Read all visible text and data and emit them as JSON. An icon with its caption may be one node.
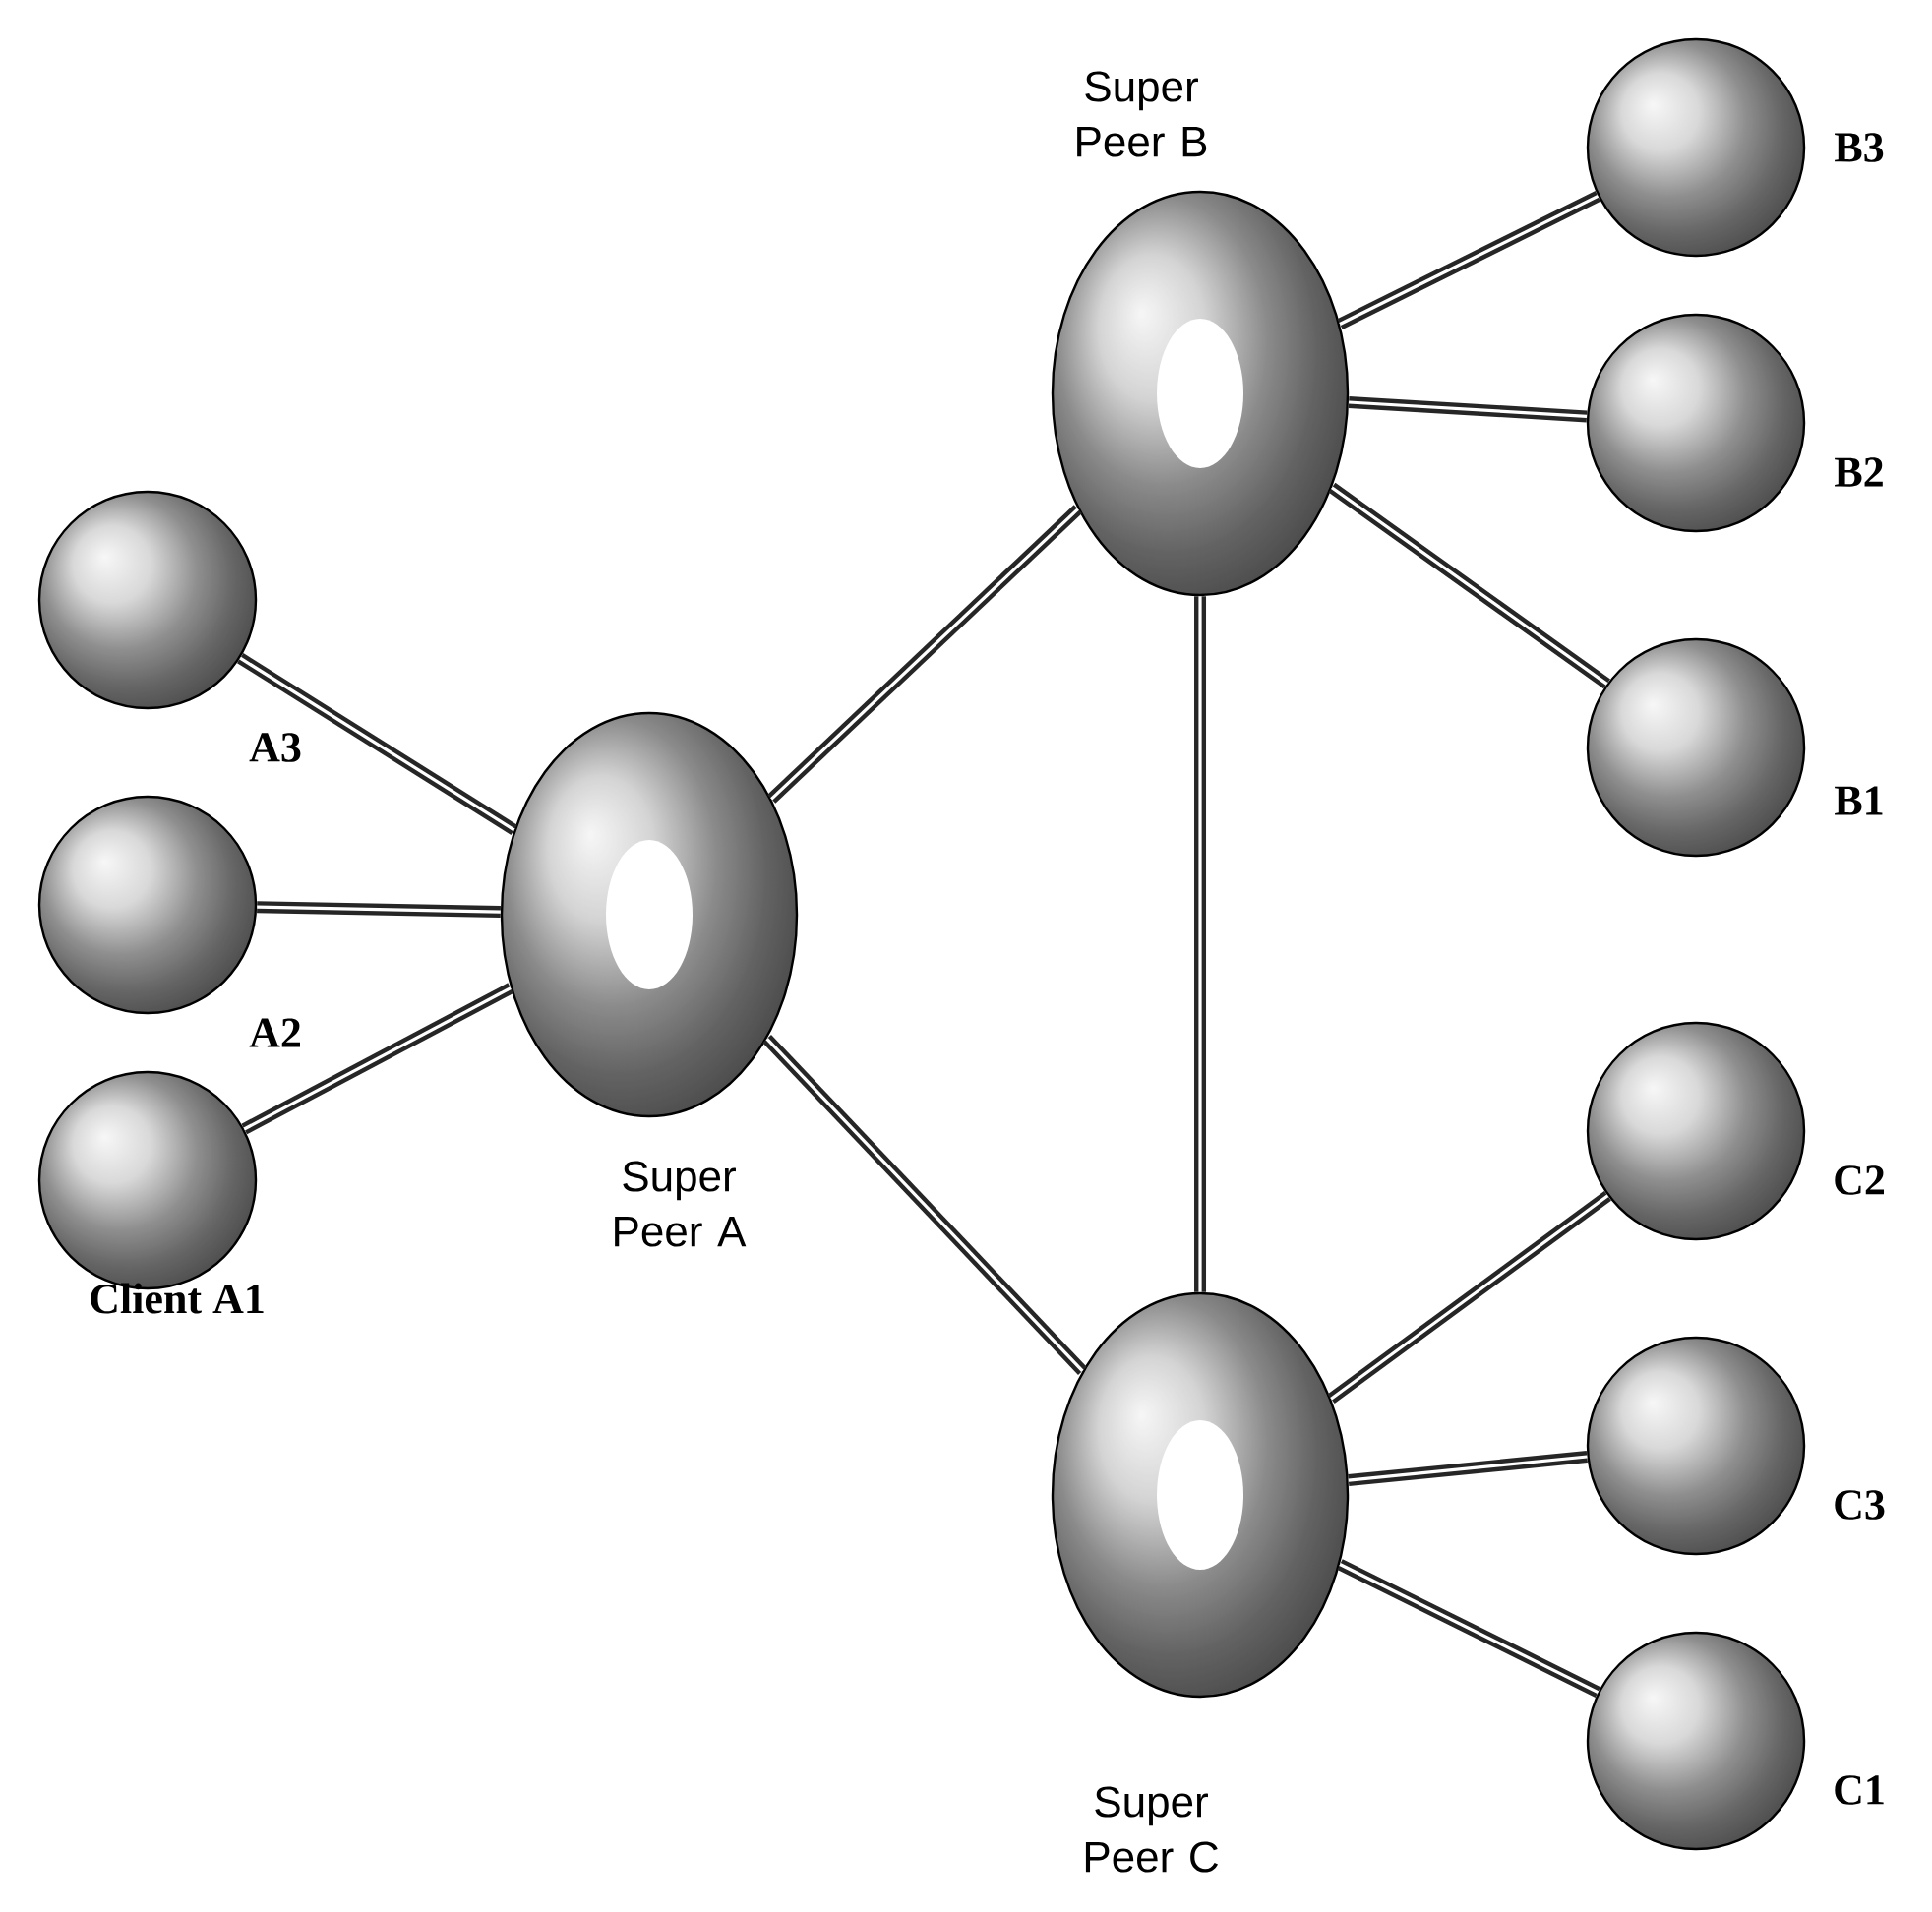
{
  "diagram": {
    "nodes": [
      {
        "text": [
          "Super Peer A"
        ]
      },
      {
        "text": [
          "Super Peer B"
        ]
      },
      {
        "text": [
          "Super Peer C"
        ]
      },
      {
        "text": [
          "A3"
        ]
      },
      {
        "text": [
          "A2"
        ]
      },
      {
        "text": [
          "Client A1"
        ]
      },
      {
        "text": [
          "B3"
        ]
      },
      {
        "text": [
          "B2"
        ]
      },
      {
        "text": [
          "B1"
        ]
      },
      {
        "text": [
          "C2"
        ]
      },
      {
        "text": [
          "C3"
        ]
      },
      {
        "text": [
          "C1"
        ]
      }
    ],
    "edges": [
      {
        "from": 0,
        "to": 1,
        "arrow": "none"
      },
      {
        "from": 0,
        "to": 2,
        "arrow": "none"
      },
      {
        "from": 1,
        "to": 2,
        "arrow": "none"
      },
      {
        "from": 3,
        "to": 0,
        "arrow": "none"
      },
      {
        "from": 4,
        "to": 0,
        "arrow": "none"
      },
      {
        "from": 5,
        "to": 0,
        "arrow": "none"
      },
      {
        "from": 1,
        "to": 6,
        "arrow": "none"
      },
      {
        "from": 1,
        "to": 7,
        "arrow": "none"
      },
      {
        "from": 1,
        "to": 8,
        "arrow": "none"
      },
      {
        "from": 2,
        "to": 9,
        "arrow": "none"
      },
      {
        "from": 2,
        "to": 10,
        "arrow": "none"
      },
      {
        "from": 2,
        "to": 11,
        "arrow": "none"
      }
    ]
  }
}
